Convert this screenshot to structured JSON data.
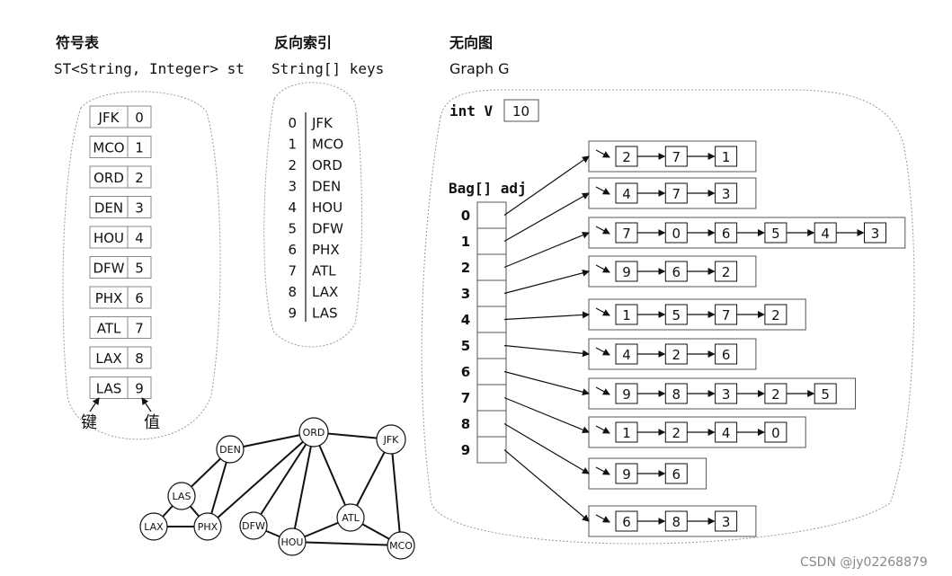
{
  "symbol_table": {
    "title": "符号表",
    "declaration": "ST<String, Integer> st",
    "entries": [
      {
        "key": "JFK",
        "value": "0"
      },
      {
        "key": "MCO",
        "value": "1"
      },
      {
        "key": "ORD",
        "value": "2"
      },
      {
        "key": "DEN",
        "value": "3"
      },
      {
        "key": "HOU",
        "value": "4"
      },
      {
        "key": "DFW",
        "value": "5"
      },
      {
        "key": "PHX",
        "value": "6"
      },
      {
        "key": "ATL",
        "value": "7"
      },
      {
        "key": "LAX",
        "value": "8"
      },
      {
        "key": "LAS",
        "value": "9"
      }
    ],
    "key_label": "键",
    "value_label": "值"
  },
  "inverted_index": {
    "title": "反向索引",
    "declaration": "String[] keys",
    "rows": [
      {
        "index": "0",
        "key": "JFK"
      },
      {
        "index": "1",
        "key": "MCO"
      },
      {
        "index": "2",
        "key": "ORD"
      },
      {
        "index": "3",
        "key": "DEN"
      },
      {
        "index": "4",
        "key": "HOU"
      },
      {
        "index": "5",
        "key": "DFW"
      },
      {
        "index": "6",
        "key": "PHX"
      },
      {
        "index": "7",
        "key": "ATL"
      },
      {
        "index": "8",
        "key": "LAX"
      },
      {
        "index": "9",
        "key": "LAS"
      }
    ]
  },
  "graph": {
    "title": "无向图",
    "declaration": "Graph G",
    "v_label": "int V",
    "v_value": "10",
    "adj_label": "Bag[] adj",
    "indices": [
      "0",
      "1",
      "2",
      "3",
      "4",
      "5",
      "6",
      "7",
      "8",
      "9"
    ],
    "adj_lists": [
      [
        "2",
        "7",
        "1"
      ],
      [
        "4",
        "7",
        "3"
      ],
      [
        "7",
        "0",
        "6",
        "5",
        "4",
        "3"
      ],
      [
        "9",
        "6",
        "2"
      ],
      [
        "1",
        "5",
        "7",
        "2"
      ],
      [
        "4",
        "2",
        "6"
      ],
      [
        "9",
        "8",
        "3",
        "2",
        "5"
      ],
      [
        "1",
        "2",
        "4",
        "0"
      ],
      [
        "9",
        "6"
      ],
      [
        "6",
        "8",
        "3"
      ]
    ]
  },
  "network": {
    "nodes": [
      "ORD",
      "JFK",
      "DEN",
      "LAS",
      "LAX",
      "PHX",
      "DFW",
      "HOU",
      "ATL",
      "MCO"
    ],
    "edges": [
      [
        "JFK",
        "ORD"
      ],
      [
        "ORD",
        "DEN"
      ],
      [
        "ORD",
        "HOU"
      ],
      [
        "ORD",
        "DFW"
      ],
      [
        "ORD",
        "PHX"
      ],
      [
        "ORD",
        "ATL"
      ],
      [
        "DEN",
        "PHX"
      ],
      [
        "DEN",
        "LAS"
      ],
      [
        "LAS",
        "PHX"
      ],
      [
        "LAX",
        "PHX"
      ],
      [
        "LAX",
        "LAS"
      ],
      [
        "DFW",
        "HOU"
      ],
      [
        "JFK",
        "ATL"
      ],
      [
        "JFK",
        "MCO"
      ],
      [
        "ATL",
        "HOU"
      ],
      [
        "ATL",
        "MCO"
      ],
      [
        "HOU",
        "MCO"
      ]
    ]
  },
  "watermark": "CSDN @jy02268879"
}
